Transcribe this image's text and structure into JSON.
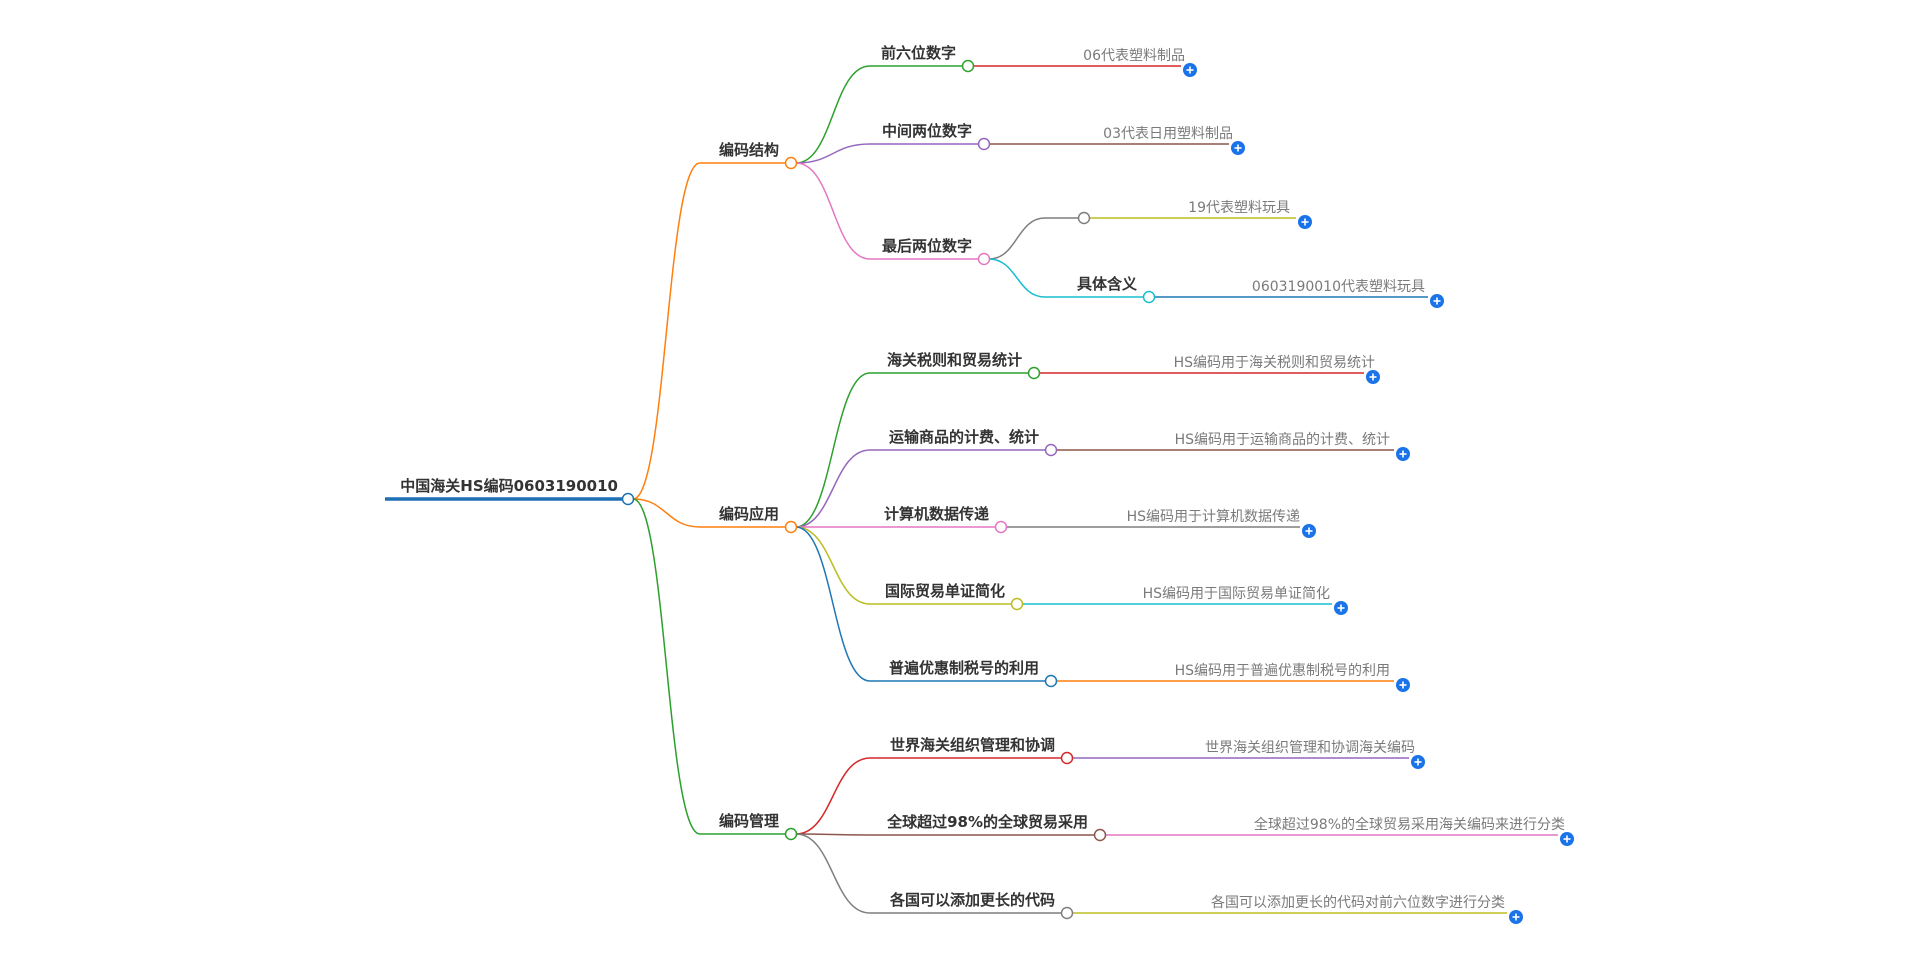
{
  "root": {
    "label": "中国海关HS编码0603190010",
    "color": "#1f6fb5"
  },
  "branches": [
    {
      "label": "编码结构",
      "color": "#ff7f0e",
      "children": [
        {
          "label": "前六位数字",
          "color": "#2ca02c",
          "leaf": "06代表塑料制品",
          "leaf_color": "#d62728"
        },
        {
          "label": "中间两位数字",
          "color": "#9467bd",
          "leaf": "03代表日用塑料制品",
          "leaf_color": "#8c564b"
        },
        {
          "label": "最后两位数字",
          "color": "#e377c2",
          "subs": [
            {
              "label": "",
              "color": "#7f7f7f",
              "leaf": "19代表塑料玩具",
              "leaf_color": "#bcbd22"
            },
            {
              "label": "具体含义",
              "color": "#17becf",
              "leaf": "0603190010代表塑料玩具",
              "leaf_color": "#1f77b4"
            }
          ]
        }
      ]
    },
    {
      "label": "编码应用",
      "color": "#ff7f0e",
      "children": [
        {
          "label": "海关税则和贸易统计",
          "color": "#2ca02c",
          "leaf": "HS编码用于海关税则和贸易统计",
          "leaf_color": "#d62728"
        },
        {
          "label": "运输商品的计费、统计",
          "color": "#9467bd",
          "leaf": "HS编码用于运输商品的计费、统计",
          "leaf_color": "#8c564b"
        },
        {
          "label": "计算机数据传递",
          "color": "#e377c2",
          "leaf": "HS编码用于计算机数据传递",
          "leaf_color": "#7f7f7f"
        },
        {
          "label": "国际贸易单证简化",
          "color": "#bcbd22",
          "leaf": "HS编码用于国际贸易单证简化",
          "leaf_color": "#17becf"
        },
        {
          "label": "普遍优惠制税号的利用",
          "color": "#1f77b4",
          "leaf": "HS编码用于普遍优惠制税号的利用",
          "leaf_color": "#ff7f0e"
        }
      ]
    },
    {
      "label": "编码管理",
      "color": "#2ca02c",
      "children": [
        {
          "label": "世界海关组织管理和协调",
          "color": "#d62728",
          "leaf": "世界海关组织管理和协调海关编码",
          "leaf_color": "#9467bd"
        },
        {
          "label": "全球超过98%的全球贸易采用",
          "color": "#8c564b",
          "leaf": "全球超过98%的全球贸易采用海关编码来进行分类",
          "leaf_color": "#e377c2"
        },
        {
          "label": "各国可以添加更长的代码",
          "color": "#7f7f7f",
          "leaf": "各国可以添加更长的代码对前六位数字进行分类",
          "leaf_color": "#bcbd22"
        }
      ]
    }
  ],
  "expand_button_color": "#1a73e8"
}
